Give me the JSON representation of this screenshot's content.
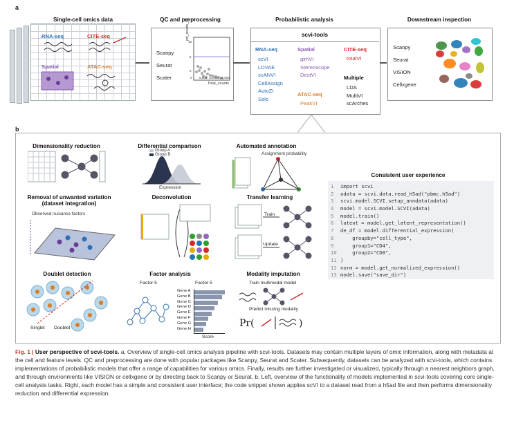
{
  "panel_a": {
    "letter": "a",
    "sc_title": "Single-cell omics data",
    "qc_title": "QC and preprocessing",
    "prob_title": "Probabilistic analysis",
    "down_title": "Downstream inspection",
    "modalities": {
      "rna": "RNA-seq",
      "cite": "CITE-seq",
      "spatial": "Spatial",
      "atac": "ATAC-seq"
    },
    "qc_tools": [
      "Scanpy",
      "Seurat",
      "Scater"
    ],
    "plot": {
      "ylabel": "pct_counts_mt",
      "xlabel": "Total_counts",
      "xticks": [
        "0",
        "5,000",
        "10,000",
        "15,000"
      ],
      "yticks": [
        "0",
        "5",
        "10"
      ]
    },
    "scvi_title": "scvi-tools",
    "rna_head": "RNA-seq",
    "rna_models": [
      "scVI",
      "LDVAE",
      "scANVI",
      "CellAssign",
      "AutoZI",
      "Solo"
    ],
    "spatial_head": "Spatial",
    "spatial_models": [
      "gimVI",
      "Stereoscope",
      "DestVI"
    ],
    "atac_head": "ATAC-seq",
    "atac_models": [
      "PeakVI"
    ],
    "cite_head": "CITE-seq",
    "cite_models": [
      "totalVI"
    ],
    "multiple_head": "Multiple",
    "multiple_models": [
      "LDA",
      "MultiVI",
      "scArches"
    ],
    "down_tools": [
      "Scanpy",
      "Seurat",
      "VISION",
      "Cellxgene"
    ]
  },
  "panel_b": {
    "letter": "b",
    "dimred": "Dimensionality reduction",
    "diffcomp": "Differential comparison",
    "group_a": "Group A",
    "group_b": "Group B",
    "expression": "Expression",
    "autoanno": "Automated annotation",
    "assign_prob": "Assignment probability",
    "removal": "Removal of unwanted variation (dataset integration)",
    "nuisance": "Observed nuisance factors",
    "deconv": "Deconvolution",
    "transfer": "Transfer learning",
    "train": "Train",
    "update": "Update",
    "doublet": "Doublet detection",
    "singlet": "Singlet",
    "doublet_lbl": "Doublet",
    "factor": "Factor analysis",
    "factor5a": "Factor 5",
    "factor5b": "Factor 5",
    "genes": [
      "Gene A",
      "Gene B",
      "Gene C",
      "Gene D",
      "Gene E",
      "Gene F",
      "Gene G",
      "Gene H"
    ],
    "gene_scores": [
      1.0,
      0.9,
      0.78,
      0.66,
      0.56,
      0.46,
      0.38,
      0.3
    ],
    "score": "Score",
    "modimp": "Modality imputation",
    "train_multi": "Train multimodal model",
    "predict_missing": "Predict missing modality",
    "cue_title": "Consistent user experience",
    "code_lines": [
      "import scvi",
      "adata = scvi.data.read_h5ad(\"pbmc.h5ad\")",
      "scvi.model.SCVI.setup_anndata(adata)",
      "model = scvi.model.SCVI(adata)",
      "model.train()",
      "latent = model.get_latent_representation()",
      "de_df = model.differential_expression(",
      "    groupby=\"cell_type\",",
      "    group1=\"CD4\",",
      "    group2=\"CD8\",",
      ")",
      "norm = model.get_normalized_expression()",
      "model.save(\"save_dir\")"
    ]
  },
  "caption": {
    "fig": "Fig. 1 |",
    "title": "User perspective of scvi-tools.",
    "body": "a, Overview of single-cell omics analysis pipeline with scvi-tools. Datasets may contain multiple layers of omic information, along with metadata at the cell and feature levels. QC and preprocessing are done with popular packages like Scanpy, Seurat and Scater. Subsequently, datasets can be analyzed with scvi-tools, which contains implementations of probabilistic models that offer a range of capabilities for various omics. Finally, results are further investigated or visualized, typically through a nearest neighbors graph, and through environments like VISION or cellxgene or by directing back to Scanpy or Seurat. b, Left, overview of the functionality of models implemented in scvi-tools covering core single-cell analysis tasks. Right, each model has a simple and consistent user interface; the code snippet shown applies scVI to a dataset read from a h5ad file and then performs dimensionality reduction and differential expression."
  },
  "colors": {
    "blue": "#2e6fb7",
    "purple": "#8a5cb0",
    "red": "#d0292b",
    "orange": "#e07a1f",
    "caption_red": "#c0392b",
    "code_bg": "#eef0f4"
  }
}
